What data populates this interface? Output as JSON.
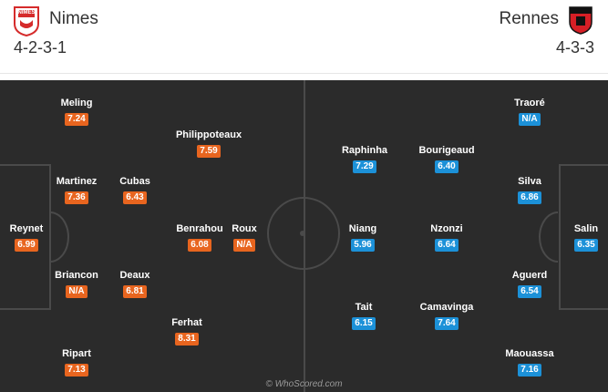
{
  "home": {
    "name": "Nimes",
    "formation": "4-2-3-1",
    "rating_color": "#e8651f",
    "badge_text": "NIMES",
    "players": [
      {
        "name": "Meling",
        "rating": "7.24"
      },
      {
        "name": "Philippoteaux",
        "rating": "7.59"
      },
      {
        "name": "Martinez",
        "rating": "7.36"
      },
      {
        "name": "Cubas",
        "rating": "6.43"
      },
      {
        "name": "Reynet",
        "rating": "6.99"
      },
      {
        "name": "Benrahou",
        "rating": "6.08"
      },
      {
        "name": "Roux",
        "rating": "N/A"
      },
      {
        "name": "Briancon",
        "rating": "N/A"
      },
      {
        "name": "Deaux",
        "rating": "6.81"
      },
      {
        "name": "Ferhat",
        "rating": "8.31"
      },
      {
        "name": "Ripart",
        "rating": "7.13"
      }
    ]
  },
  "away": {
    "name": "Rennes",
    "formation": "4-3-3",
    "rating_color": "#1c91d8",
    "players": [
      {
        "name": "Traoré",
        "rating": "N/A"
      },
      {
        "name": "Raphinha",
        "rating": "7.29"
      },
      {
        "name": "Bourigeaud",
        "rating": "6.40"
      },
      {
        "name": "Silva",
        "rating": "6.86"
      },
      {
        "name": "Niang",
        "rating": "5.96"
      },
      {
        "name": "Nzonzi",
        "rating": "6.64"
      },
      {
        "name": "Salin",
        "rating": "6.35"
      },
      {
        "name": "Aguerd",
        "rating": "6.54"
      },
      {
        "name": "Tait",
        "rating": "6.15"
      },
      {
        "name": "Camavinga",
        "rating": "7.64"
      },
      {
        "name": "Maouassa",
        "rating": "7.16"
      }
    ]
  },
  "watermark": "© WhoScored.com"
}
